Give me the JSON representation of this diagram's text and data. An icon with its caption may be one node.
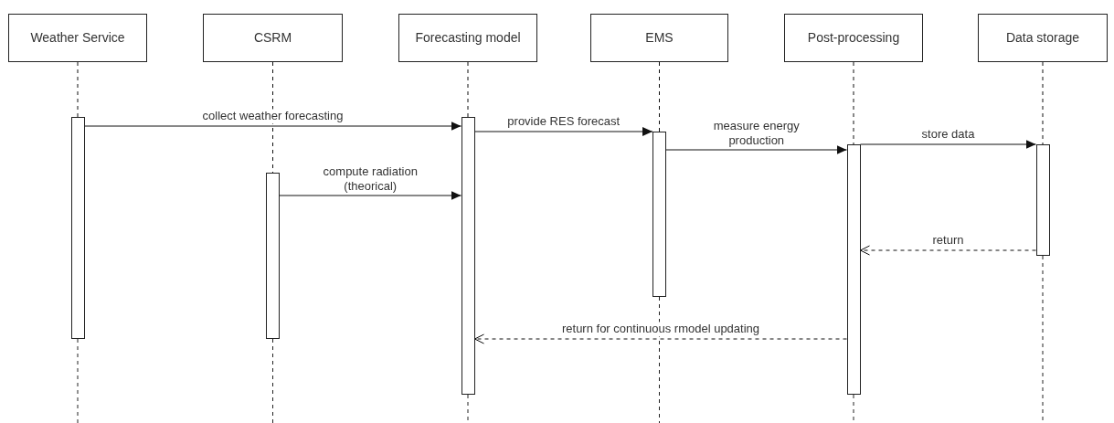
{
  "diagram": {
    "nodes": [
      {
        "text": [
          "Weather Service"
        ]
      },
      {
        "text": [
          "CSRM"
        ]
      },
      {
        "text": [
          "Forecasting model"
        ]
      },
      {
        "text": [
          "EMS"
        ]
      },
      {
        "text": [
          "Post-processing"
        ]
      },
      {
        "text": [
          "Data storage"
        ]
      },
      {
        "text": [],
        "shape": "bar"
      },
      {
        "text": [],
        "shape": "bar"
      },
      {
        "text": [],
        "shape": "bar"
      },
      {
        "text": [],
        "shape": "bar"
      },
      {
        "text": [],
        "shape": "bar"
      },
      {
        "text": [],
        "shape": "bar"
      }
    ],
    "edges": [
      {
        "from": 6,
        "to": 8,
        "arrow": "to",
        "label": "collect weather forecasting"
      },
      {
        "from": 7,
        "to": 8,
        "arrow": "to",
        "label": "compute radiation (theorical)"
      },
      {
        "from": 8,
        "to": 9,
        "arrow": "to",
        "label": "provide RES forecast"
      },
      {
        "from": 9,
        "to": 10,
        "arrow": "to",
        "label": "measure energy production"
      },
      {
        "from": 10,
        "to": 11,
        "arrow": "to",
        "label": "store data"
      },
      {
        "from": 11,
        "to": 10,
        "arrow": "to",
        "label": "return",
        "style": "dashed"
      },
      {
        "from": 10,
        "to": 8,
        "arrow": "to",
        "label": "return for continuous rmodel updating",
        "style": "dashed"
      },
      {
        "from": 0,
        "to": 6,
        "arrow": "none",
        "style": "dashed"
      },
      {
        "from": 1,
        "to": 7,
        "arrow": "none",
        "style": "dashed"
      },
      {
        "from": 2,
        "to": 8,
        "arrow": "none",
        "style": "dashed"
      },
      {
        "from": 3,
        "to": 9,
        "arrow": "none",
        "style": "dashed"
      },
      {
        "from": 4,
        "to": 10,
        "arrow": "none",
        "style": "dashed"
      },
      {
        "from": 5,
        "to": 11,
        "arrow": "none",
        "style": "dashed"
      }
    ]
  }
}
